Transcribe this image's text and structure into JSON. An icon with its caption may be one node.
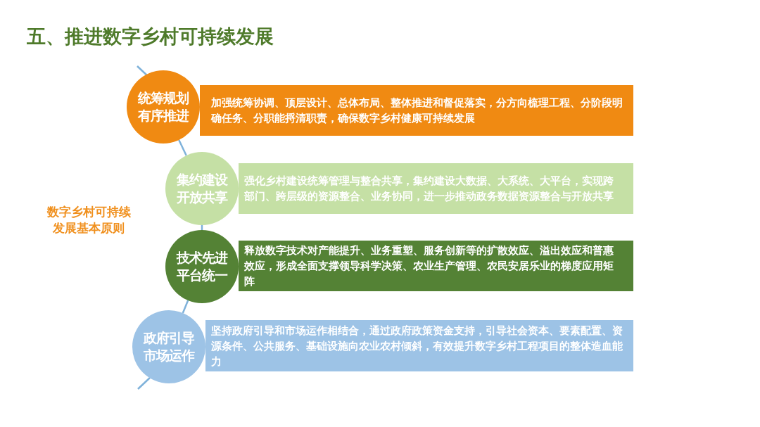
{
  "diagram": {
    "title": "五、推进数字乡村可持续发展",
    "nodes": [
      {
        "text": [
          "统筹规划有序推进"
        ]
      },
      {
        "text": [
          "加强统筹协调、顶层设计、总体布局、整体推进和督促落实，分方向梳理工程、分阶段明确任务、分职能捋清职责，确保数字乡村健康可持续发展"
        ]
      },
      {
        "text": [
          "集约建设开放共享"
        ]
      },
      {
        "text": [
          "强化乡村建设统筹管理与整合共享，集约建设大数据、大系统、大平台，实现跨部门、跨层级的资源整合、业务协同，进一步推动政务数据资源整合与开放共享"
        ]
      },
      {
        "text": [
          "技术先进平台统一"
        ]
      },
      {
        "text": [
          "释放数字技术对产能提升、业务重塑、服务创新等的扩散效应、溢出效应和普惠效应，形成全面支撑领导科学决策、农业生产管理、农民安居乐业的梯度应用矩阵"
        ]
      },
      {
        "text": [
          "政府引导市场运作"
        ]
      },
      {
        "text": [
          "坚持政府引导和市场运作相结合，通过政府政策资金支持，引导社会资本、要素配置、资源条件、公共服务、基础设施向农业农村倾斜，有效提升数字乡村工程项目的整体造血能力"
        ]
      }
    ],
    "edges": [
      {
        "from": 0,
        "to": 2,
        "arrow": "none"
      },
      {
        "from": 2,
        "to": 4,
        "arrow": "none"
      },
      {
        "from": 4,
        "to": 6,
        "arrow": "none"
      }
    ],
    "labels": [
      "数字乡村可持续发展基本原则"
    ]
  }
}
